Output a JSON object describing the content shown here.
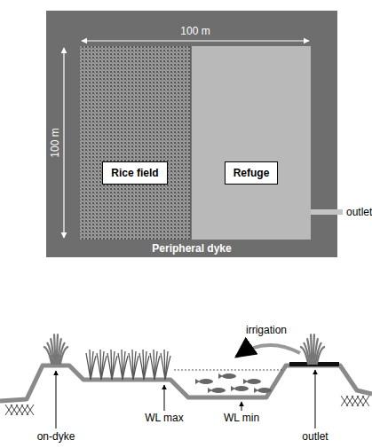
{
  "diagram": {
    "nodes": [
      {
        "text": [
          "Peripheral dyke"
        ]
      },
      {
        "text": [
          "Rice field"
        ],
        "in": 0
      },
      {
        "text": [
          "Refuge"
        ],
        "in": 0
      }
    ],
    "labels": [
      "100 m",
      "100 m",
      "outlet",
      "irrigation",
      "on-dyke",
      "WL max",
      "WL min",
      "outlet"
    ]
  }
}
